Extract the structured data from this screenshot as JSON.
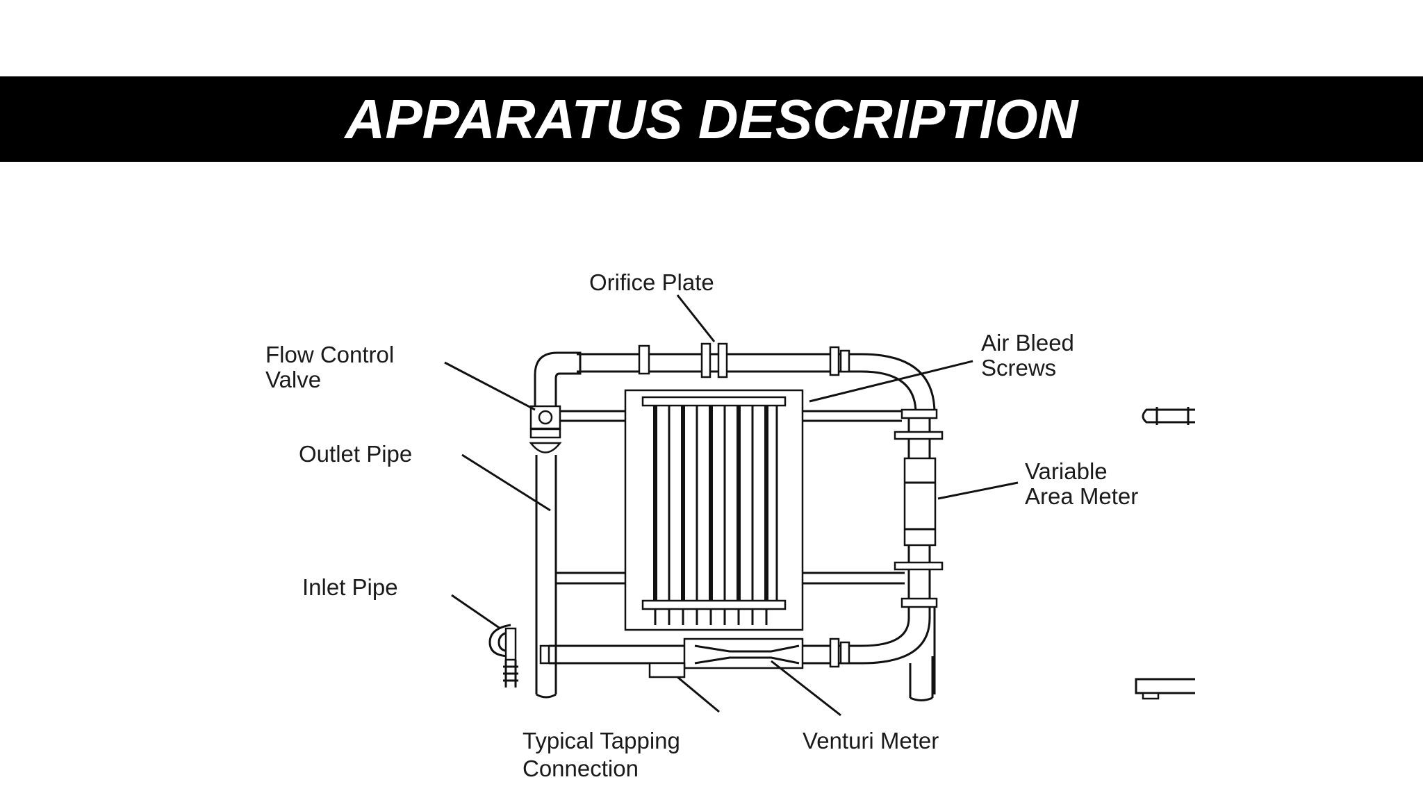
{
  "slide": {
    "title": "APPARATUS DESCRIPTION"
  },
  "diagram": {
    "labels": {
      "orifice_plate": "Orifice Plate",
      "flow_control_valve_line1": "Flow Control",
      "flow_control_valve_line2": "Valve",
      "air_bleed_line1": "Air Bleed",
      "air_bleed_line2": "Screws",
      "outlet_pipe": "Outlet Pipe",
      "variable_area_line1": "Variable",
      "variable_area_line2": "Area Meter",
      "inlet_pipe": "Inlet Pipe",
      "tapping_line1": "Typical Tapping",
      "tapping_line2": "Connection",
      "venturi_meter": "Venturi Meter"
    }
  }
}
